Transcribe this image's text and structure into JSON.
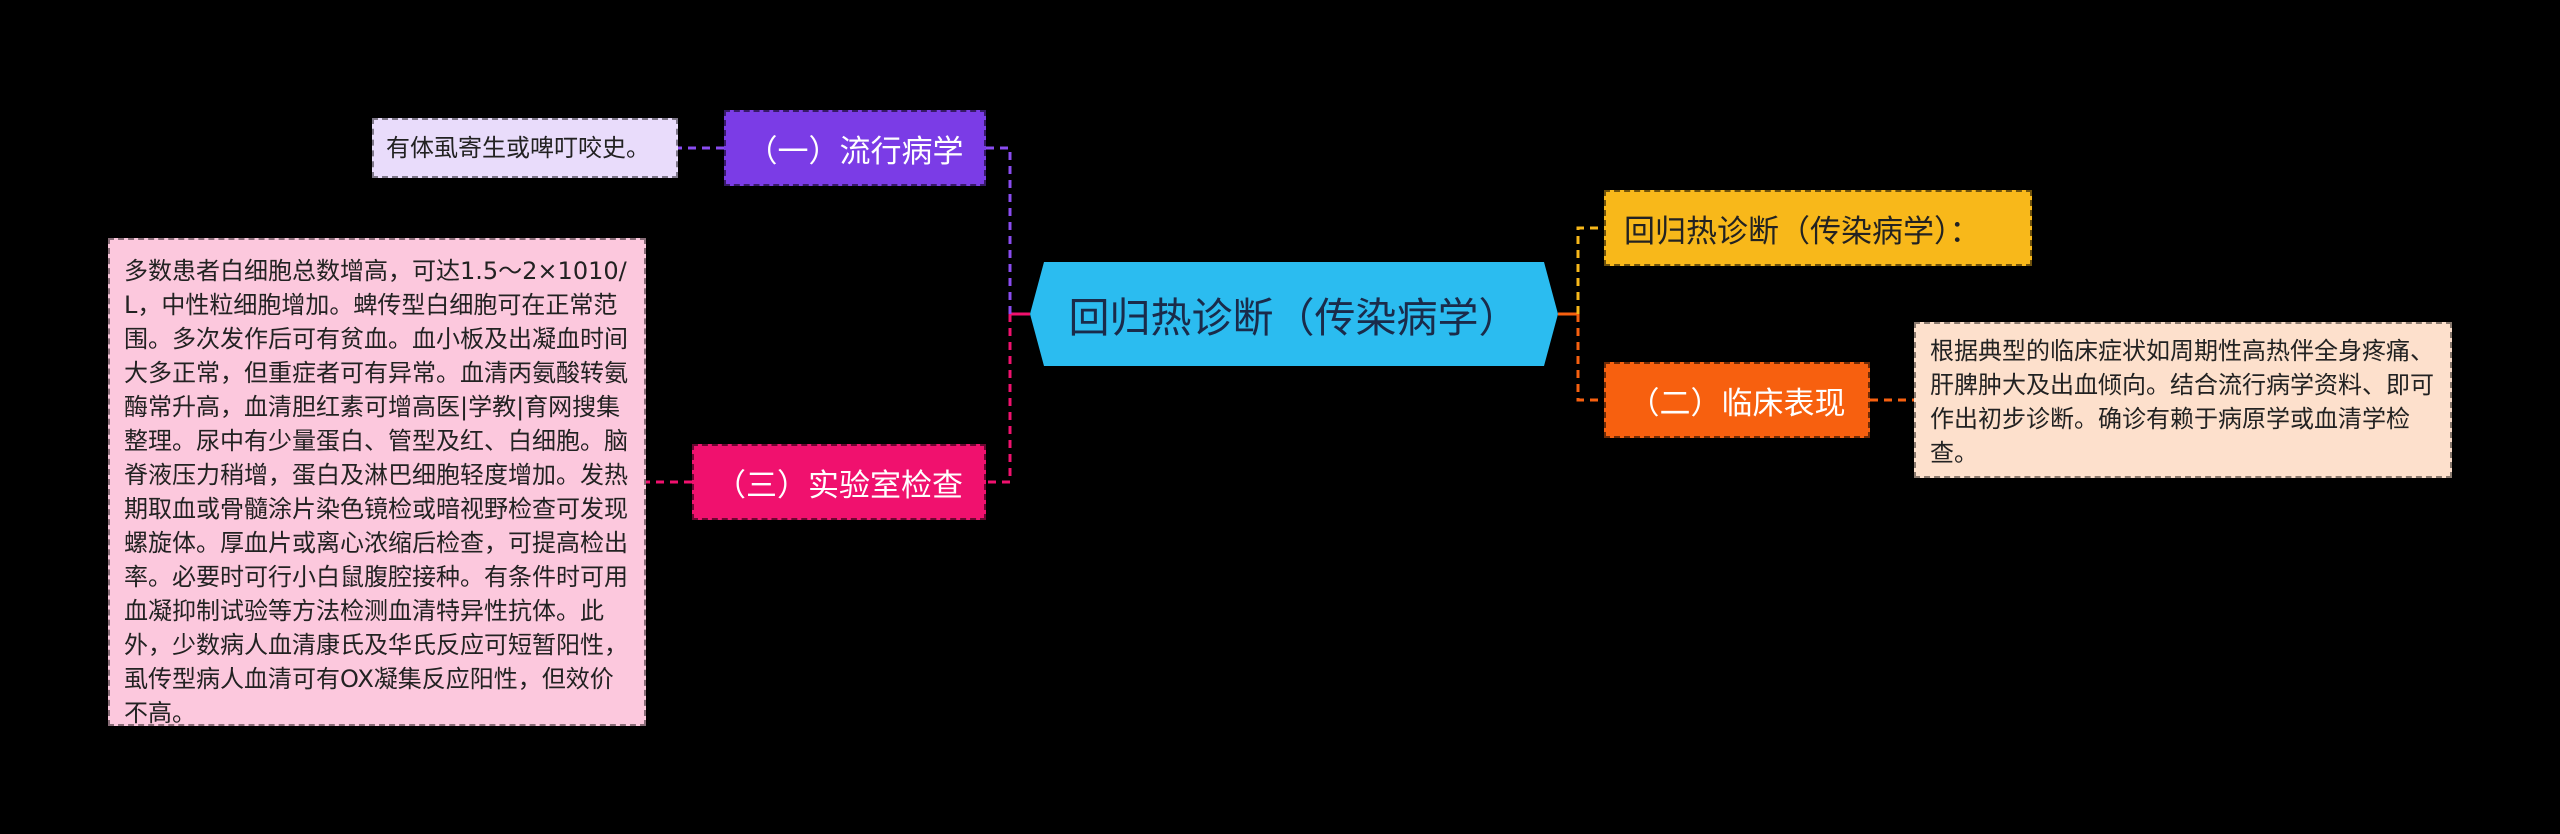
{
  "diagram": {
    "root": {
      "label": "回归热诊断（传染病学）",
      "fill": "#2bbcf0"
    },
    "branches": [
      {
        "label": "回归热诊断（传染病学）：",
        "fill": "#f8b81a",
        "line_color": "#f8b81a"
      },
      {
        "label": "（一）流行病学",
        "fill": "#7b3ce6",
        "line_color": "#8a4cf0",
        "leaf": "有体虱寄生或啤叮咬史。",
        "leaf_fill": "#e9dcfb"
      },
      {
        "label": "（二）临床表现",
        "fill": "#f7600f",
        "line_color": "#f7600f",
        "leaf": "根据典型的临床症状如周期性高热伴全身疼痛、肝脾肿大及出血倾向。结合流行病学资料、即可作出初步诊断。确诊有赖于病原学或血清学检查。",
        "leaf_fill": "#fde0cc"
      },
      {
        "label": "（三）实验室检查",
        "fill": "#f0116e",
        "line_color": "#f0116e",
        "leaf": "多数患者白细胞总数增高，可达1.5～2×1010/L，中性粒细胞增加。蜱传型白细胞可在正常范围。多次发作后可有贫血。血小板及出凝血时间大多正常，但重症者可有异常。血清丙氨酸转氨酶常升高，血清胆红素可增高医|学教|育网搜集整理。尿中有少量蛋白、管型及红、白细胞。脑脊液压力稍增，蛋白及淋巴细胞轻度增加。发热期取血或骨髓涂片染色镜检或暗视野检查可发现螺旋体。厚血片或离心浓缩后检查，可提高检出率。必要时可行小白鼠腹腔接种。有条件时可用血凝抑制试验等方法检测血清特异性抗体。此外，少数病人血清康氏及华氏反应可短暂阳性，虱传型病人血清可有OX凝集反应阳性，但效价不高。",
        "leaf_fill": "#fcc8dd"
      }
    ]
  }
}
